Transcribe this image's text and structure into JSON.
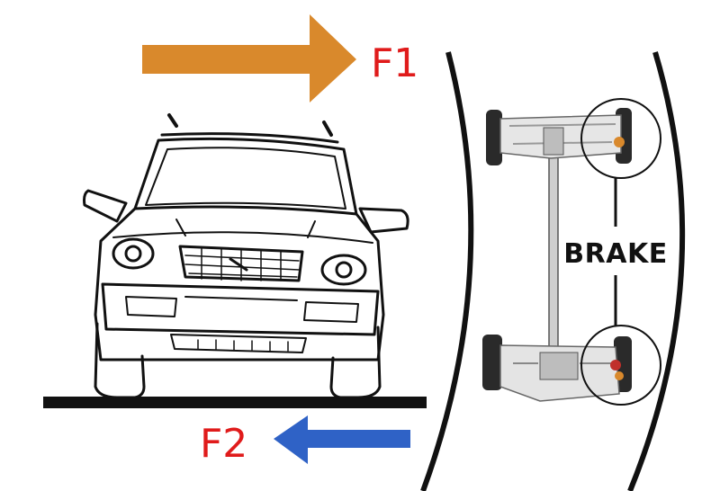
{
  "labels": {
    "force_top": "F1",
    "force_bottom": "F2",
    "brake": "BRAKE"
  },
  "colors": {
    "force_top_arrow": "#D9892C",
    "force_bottom_arrow": "#2F62C6",
    "force_label": "#E01B1B",
    "line": "#111111",
    "brake_text": "#111111"
  }
}
